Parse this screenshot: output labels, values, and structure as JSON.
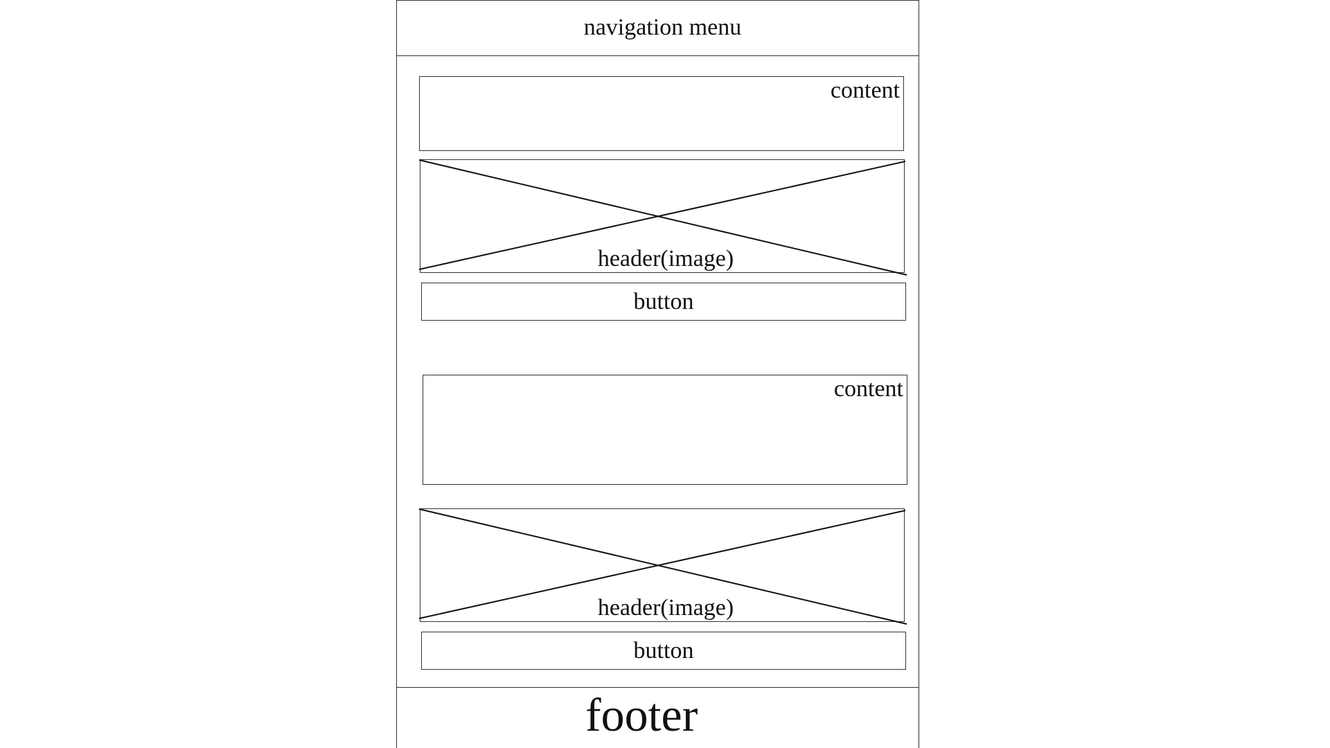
{
  "nav": {
    "label": "navigation menu"
  },
  "sections": [
    {
      "content_label": "content",
      "image_label": "header(image)",
      "button_label": "button"
    },
    {
      "content_label": "content",
      "image_label": "header(image)",
      "button_label": "button"
    }
  ],
  "footer": {
    "label": "footer"
  }
}
